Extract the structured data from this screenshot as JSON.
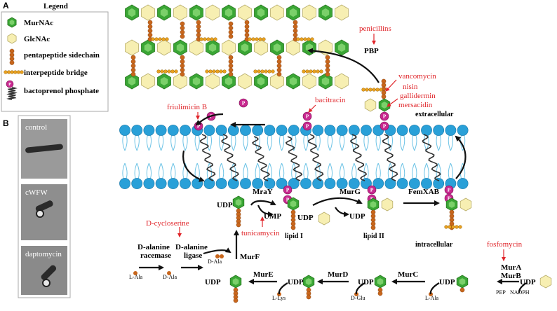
{
  "panels": {
    "a_label": "A",
    "b_label": "B"
  },
  "legend": {
    "title": "Legend",
    "items": [
      "MurNAc",
      "GlcNAc",
      "pentapeptide sidechain",
      "interpeptide bridge",
      "bactoprenol phosphate"
    ]
  },
  "micrographs": [
    "control",
    "cWFW",
    "daptomycin"
  ],
  "antibiotics": {
    "penicillins": "penicillins",
    "vancomycin": "vancomycin",
    "nisin": "nisin",
    "gallidermin": "gallidermin",
    "mersacidin": "mersacidin",
    "bacitracin": "bacitracin",
    "friulimicin": "friulimicin B",
    "cycloserine": "D-cycloserine",
    "tunicamycin": "tunicamycin",
    "fosfomycin": "fosfomycin"
  },
  "enzymes": {
    "pbp": "PBP",
    "mray": "MraY",
    "murg": "MurG",
    "femxab": "FemXAB",
    "murf": "MurF",
    "mure": "MurE",
    "murd": "MurD",
    "murc": "MurC",
    "mura": "MurA",
    "murb": "MurB",
    "racemase_1": "D-alanine",
    "racemase_2": "racemase",
    "ligase_1": "D-alanine",
    "ligase_2": "ligase"
  },
  "labels": {
    "extracellular": "extracellular",
    "intracellular": "intracellular",
    "lipid1": "lipid I",
    "lipid2": "lipid II",
    "p": "P",
    "udp": "UDP",
    "ump": "UMP",
    "pep": "PEP",
    "nadph": "NADPH",
    "lala": "L-Ala",
    "dala": "D-Ala",
    "dala2": "D-Ala",
    "llys": "L-Lys",
    "dglu": "D-Glu"
  },
  "colors": {
    "murnac": "#3aa635",
    "glcnac": "#f7efb2",
    "peptide": "#c8661c",
    "bridge": "#e8a020",
    "phosphate": "#c8288f",
    "membrane": "#29a0d8",
    "inhibitor": "#e0252a"
  }
}
